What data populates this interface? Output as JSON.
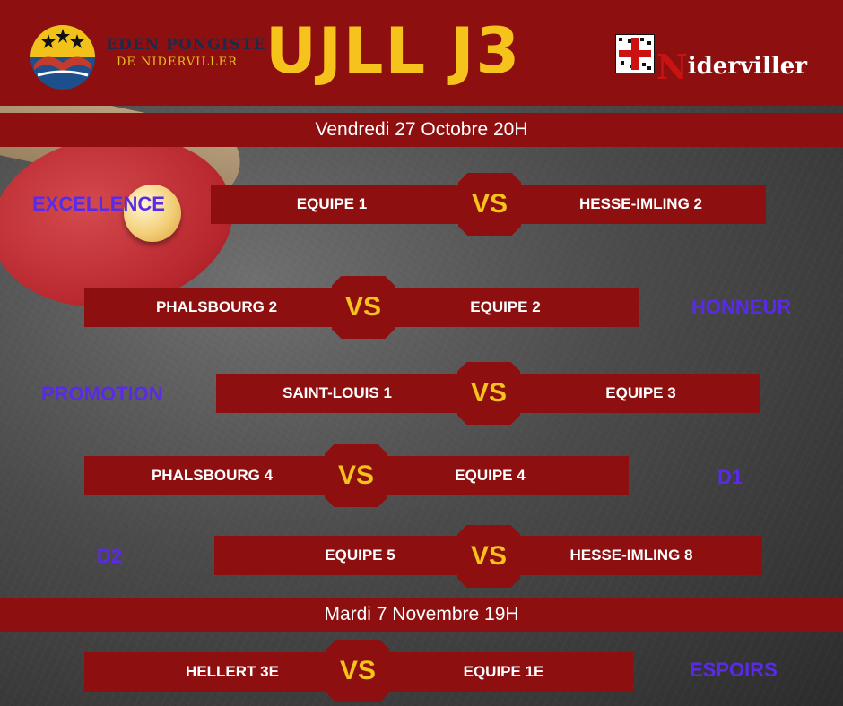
{
  "header": {
    "title": "UJLL J3",
    "club_name": "EDEN PONGISTE",
    "club_sub": "DE NIDERVILLER",
    "brand_initial": "N",
    "brand_rest": "iderviller",
    "logo_left_icon": "club-logo-icon",
    "logo_right_icon": "coat-of-arms-icon"
  },
  "sessions": [
    {
      "date": "Vendredi 27 Octobre 20H"
    },
    {
      "date": "Mardi 7 Novembre 19H"
    }
  ],
  "matches": [
    {
      "division": "EXCELLENCE",
      "home": "EQUIPE 1",
      "away": "HESSE-IMLING 2",
      "vs": "VS"
    },
    {
      "division": "HONNEUR",
      "home": "PHALSBOURG 2",
      "away": "EQUIPE 2",
      "vs": "VS"
    },
    {
      "division": "PROMOTION",
      "home": "SAINT-LOUIS 1",
      "away": "EQUIPE 3",
      "vs": "VS"
    },
    {
      "division": "D1",
      "home": "PHALSBOURG 4",
      "away": "EQUIPE 4",
      "vs": "VS"
    },
    {
      "division": "D2",
      "home": "EQUIPE 5",
      "away": "HESSE-IMLING 8",
      "vs": "VS"
    },
    {
      "division": "ESPOIRS",
      "home": "HELLERT 3E",
      "away": "EQUIPE 1E",
      "vs": "VS"
    }
  ],
  "colors": {
    "bar": "#8d0f10",
    "accent": "#f6c21c",
    "division_label": "#5a2be6"
  }
}
